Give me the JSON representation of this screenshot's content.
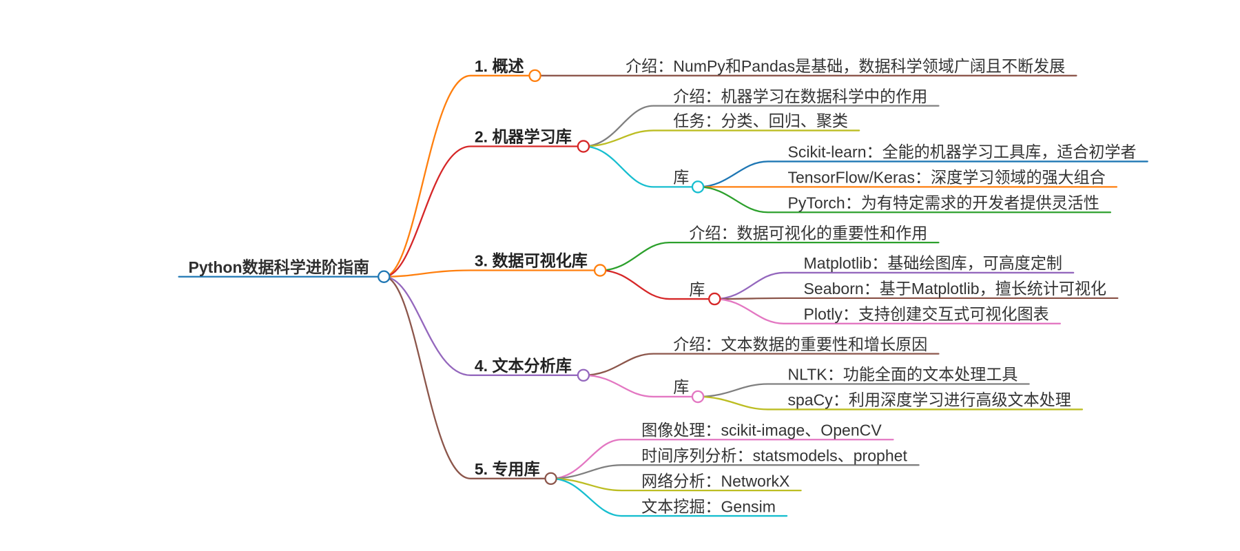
{
  "mindmap": {
    "root": {
      "label": "Python数据科学进阶指南",
      "color": "#1f77b4"
    },
    "branches": [
      {
        "label": "1. 概述",
        "color": "#ff7f0e",
        "children": [
          {
            "label": "介绍：NumPy和Pandas是基础，数据科学领域广阔且不断发展",
            "color": "#8c564b"
          }
        ]
      },
      {
        "label": "2. 机器学习库",
        "color": "#d62728",
        "children": [
          {
            "label": "介绍：机器学习在数据科学中的作用",
            "color": "#7f7f7f"
          },
          {
            "label": "任务：分类、回归、聚类",
            "color": "#bcbd22"
          },
          {
            "label": "库",
            "color": "#17becf",
            "children": [
              {
                "label": "Scikit-learn：全能的机器学习工具库，适合初学者",
                "color": "#1f77b4"
              },
              {
                "label": "TensorFlow/Keras：深度学习领域的强大组合",
                "color": "#ff7f0e"
              },
              {
                "label": "PyTorch：为有特定需求的开发者提供灵活性",
                "color": "#2ca02c"
              }
            ]
          }
        ]
      },
      {
        "label": "3. 数据可视化库",
        "color": "#ff7f0e",
        "children": [
          {
            "label": "介绍：数据可视化的重要性和作用",
            "color": "#2ca02c"
          },
          {
            "label": "库",
            "color": "#d62728",
            "children": [
              {
                "label": "Matplotlib：基础绘图库，可高度定制",
                "color": "#9467bd"
              },
              {
                "label": "Seaborn：基于Matplotlib，擅长统计可视化",
                "color": "#8c564b"
              },
              {
                "label": "Plotly：支持创建交互式可视化图表",
                "color": "#e377c2"
              }
            ]
          }
        ]
      },
      {
        "label": "4. 文本分析库",
        "color": "#9467bd",
        "children": [
          {
            "label": "介绍：文本数据的重要性和增长原因",
            "color": "#8c564b"
          },
          {
            "label": "库",
            "color": "#e377c2",
            "children": [
              {
                "label": "NLTK：功能全面的文本处理工具",
                "color": "#7f7f7f"
              },
              {
                "label": "spaCy：利用深度学习进行高级文本处理",
                "color": "#bcbd22"
              }
            ]
          }
        ]
      },
      {
        "label": "5. 专用库",
        "color": "#8c564b",
        "children": [
          {
            "label": "图像处理：scikit-image、OpenCV",
            "color": "#e377c2"
          },
          {
            "label": "时间序列分析：statsmodels、prophet",
            "color": "#7f7f7f"
          },
          {
            "label": "网络分析：NetworkX",
            "color": "#bcbd22"
          },
          {
            "label": "文本挖掘：Gensim",
            "color": "#17becf"
          }
        ]
      }
    ]
  }
}
